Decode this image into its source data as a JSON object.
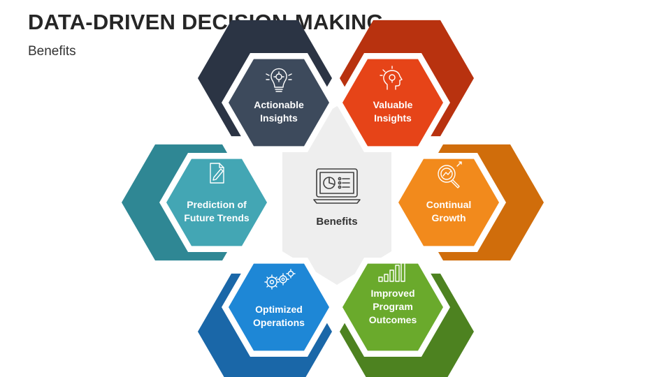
{
  "header": {
    "title": "DATA-DRIVEN DECISION-MAKING",
    "subtitle": "Benefits"
  },
  "center": {
    "label": "Benefits",
    "icon": "laptop-chart-icon"
  },
  "items": [
    {
      "lines": [
        "Actionable",
        "Insights"
      ],
      "icon": "lightbulb-gear-icon",
      "color": "#3d4a5c",
      "outer": "#2b3444"
    },
    {
      "lines": [
        "Valuable",
        "Insights"
      ],
      "icon": "head-idea-icon",
      "color": "#e64418",
      "outer": "#b8320f"
    },
    {
      "lines": [
        "Continual",
        "Growth"
      ],
      "icon": "magnifier-growth-icon",
      "color": "#f28a1c",
      "outer": "#d06d0b"
    },
    {
      "lines": [
        "Improved",
        "Program",
        "Outcomes"
      ],
      "icon": "bar-chart-icon",
      "color": "#6aaa2c",
      "outer": "#4d8220"
    },
    {
      "lines": [
        "Optimized",
        "Operations"
      ],
      "icon": "gears-icon",
      "color": "#1e87d6",
      "outer": "#1a67a8"
    },
    {
      "lines": [
        "Prediction of",
        "Future Trends"
      ],
      "icon": "document-pen-icon",
      "color": "#43a6b4",
      "outer": "#2f8794"
    }
  ],
  "colors": {
    "hub": "#eeeeee",
    "title": "#262626"
  }
}
